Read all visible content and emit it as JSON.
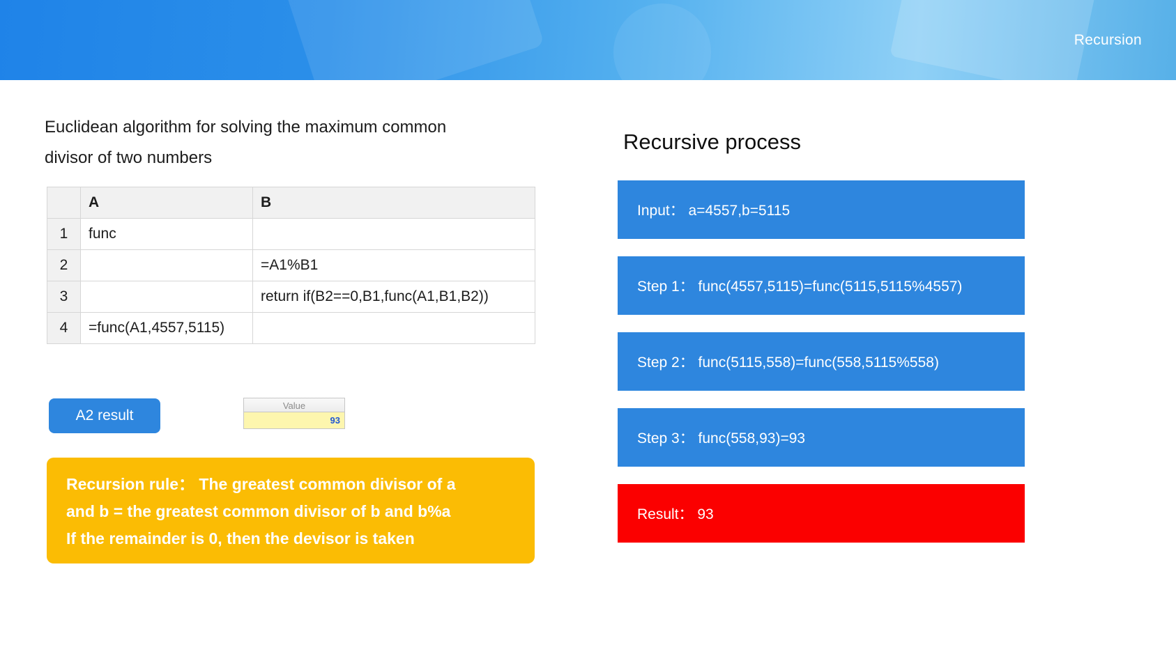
{
  "colors": {
    "header_blue_start": "#1f83e8",
    "header_blue_end": "#8fd0f6",
    "bar_blue": "#2e86de",
    "result_red": "#fb0000",
    "rule_gold": "#fbbc04",
    "button_blue": "#2e86de",
    "value_cell_yellow": "#fdf6ae",
    "value_text_blue": "#1f56d4"
  },
  "header": {
    "title": "Recursion"
  },
  "left": {
    "heading_lines": [
      "Euclidean algorithm for solving the maximum common",
      "divisor of two numbers"
    ],
    "table": {
      "col_a": "A",
      "col_b": "B",
      "rows": [
        {
          "num": "1",
          "a": "func",
          "b": ""
        },
        {
          "num": "2",
          "a": "",
          "b": "=A1%B1"
        },
        {
          "num": "3",
          "a": "",
          "b": "return if(B2==0,B1,func(A1,B1,B2))"
        },
        {
          "num": "4",
          "a": "=func(A1,4557,5115)",
          "b": ""
        }
      ]
    },
    "a2_button_label": "A2 result",
    "value_widget": {
      "header": "Value",
      "value": "93"
    },
    "rule_lines": [
      "Recursion rule： The greatest common divisor of a",
      "and b = the greatest common divisor of b and b%a",
      "If the remainder is 0, then the devisor is taken"
    ]
  },
  "right": {
    "heading": "Recursive process",
    "bars": [
      {
        "text": "Input： a=4557,b=5115",
        "kind": "step"
      },
      {
        "text": "Step 1： func(4557,5115)=func(5115,5115%4557)",
        "kind": "step"
      },
      {
        "text": "Step 2： func(5115,558)=func(558,5115%558)",
        "kind": "step"
      },
      {
        "text": "Step 3： func(558,93)=93",
        "kind": "step"
      },
      {
        "text": "Result： 93",
        "kind": "result"
      }
    ]
  }
}
